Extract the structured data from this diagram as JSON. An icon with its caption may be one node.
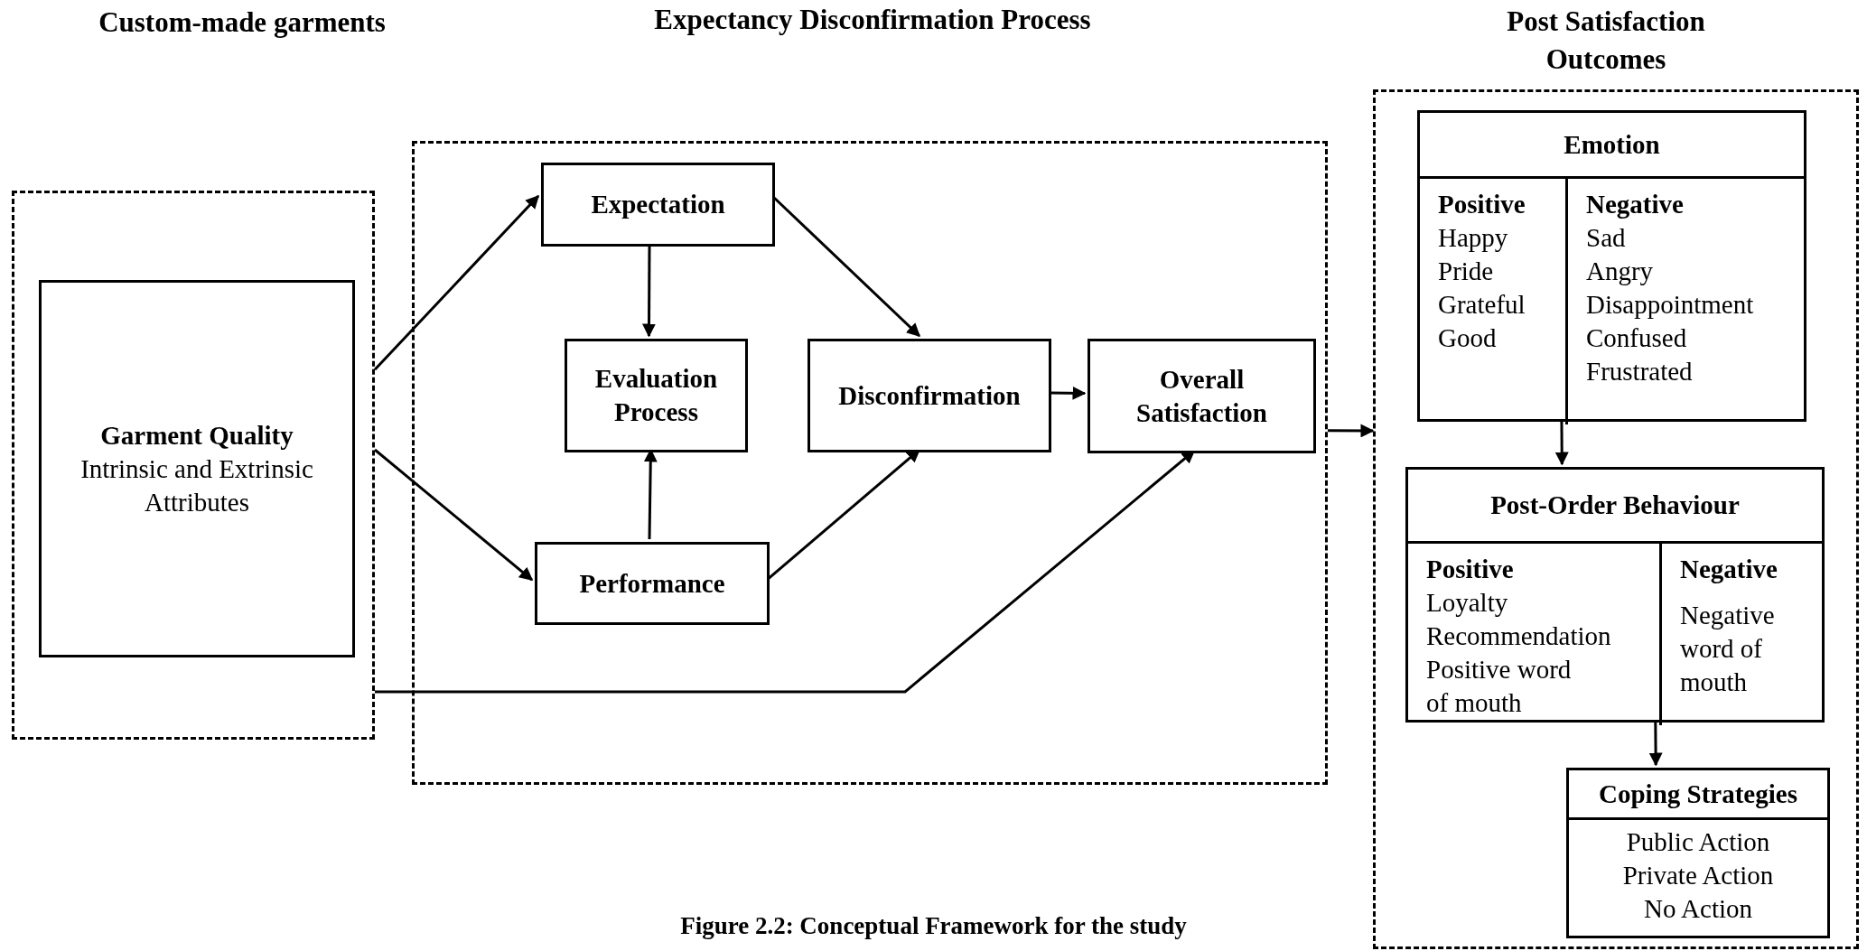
{
  "diagram": {
    "caption": "Figure 2.2: Conceptual Framework for the study",
    "nodes": [
      {
        "text": [],
        "shape": "box"
      },
      {
        "text": [
          "Garment Quality",
          "Intrinsic and Extrinsic Attributes"
        ],
        "in": 0
      },
      {
        "text": [
          "Expectancy Disconfirmation Process"
        ]
      },
      {
        "text": [
          "Expectation"
        ],
        "in": 2
      },
      {
        "text": [
          "Evaluation Process"
        ],
        "in": 2
      },
      {
        "text": [
          "Disconfirmation"
        ],
        "in": 2
      },
      {
        "text": [
          "Overall Satisfaction"
        ],
        "in": 2
      },
      {
        "text": [
          "Performance"
        ],
        "in": 2
      },
      {
        "text": [
          "Post Satisfaction Outcomes"
        ]
      },
      {
        "text": [
          "Emotion"
        ],
        "in": 8
      },
      {
        "text": [
          "Positive",
          "Happy",
          "Pride",
          "Grateful",
          "Good"
        ],
        "in": 9
      },
      {
        "text": [
          "Negative",
          "Sad",
          "Angry",
          "Disappointment",
          "Confused",
          "Frustrated"
        ],
        "in": 9
      },
      {
        "text": [
          "Post-Order Behaviour"
        ],
        "in": 8
      },
      {
        "text": [
          "Positive",
          "Loyalty",
          "Recommendation",
          "Positive word of mouth"
        ],
        "in": 12
      },
      {
        "text": [
          "Negative",
          "Negative word of mouth"
        ],
        "in": 12
      },
      {
        "text": [
          "Coping Strategies",
          "Public Action",
          "Private Action",
          "No Action"
        ],
        "in": 8
      }
    ],
    "edges": [
      {
        "from": 0,
        "to": 3,
        "arrow": "to"
      },
      {
        "from": 0,
        "to": 7,
        "arrow": "to"
      },
      {
        "from": 0,
        "to": 6,
        "arrow": "to"
      },
      {
        "from": 3,
        "to": 4,
        "arrow": "to"
      },
      {
        "from": 7,
        "to": 4,
        "arrow": "to"
      },
      {
        "from": 3,
        "to": 5,
        "arrow": "to"
      },
      {
        "from": 7,
        "to": 5,
        "arrow": "to"
      },
      {
        "from": 5,
        "to": 6,
        "arrow": "to"
      },
      {
        "from": 2,
        "to": 8,
        "arrow": "to"
      },
      {
        "from": 9,
        "to": 12,
        "arrow": "to"
      },
      {
        "from": 12,
        "to": 15,
        "arrow": "to"
      }
    ],
    "labels": [
      "Custom-made garments"
    ]
  }
}
